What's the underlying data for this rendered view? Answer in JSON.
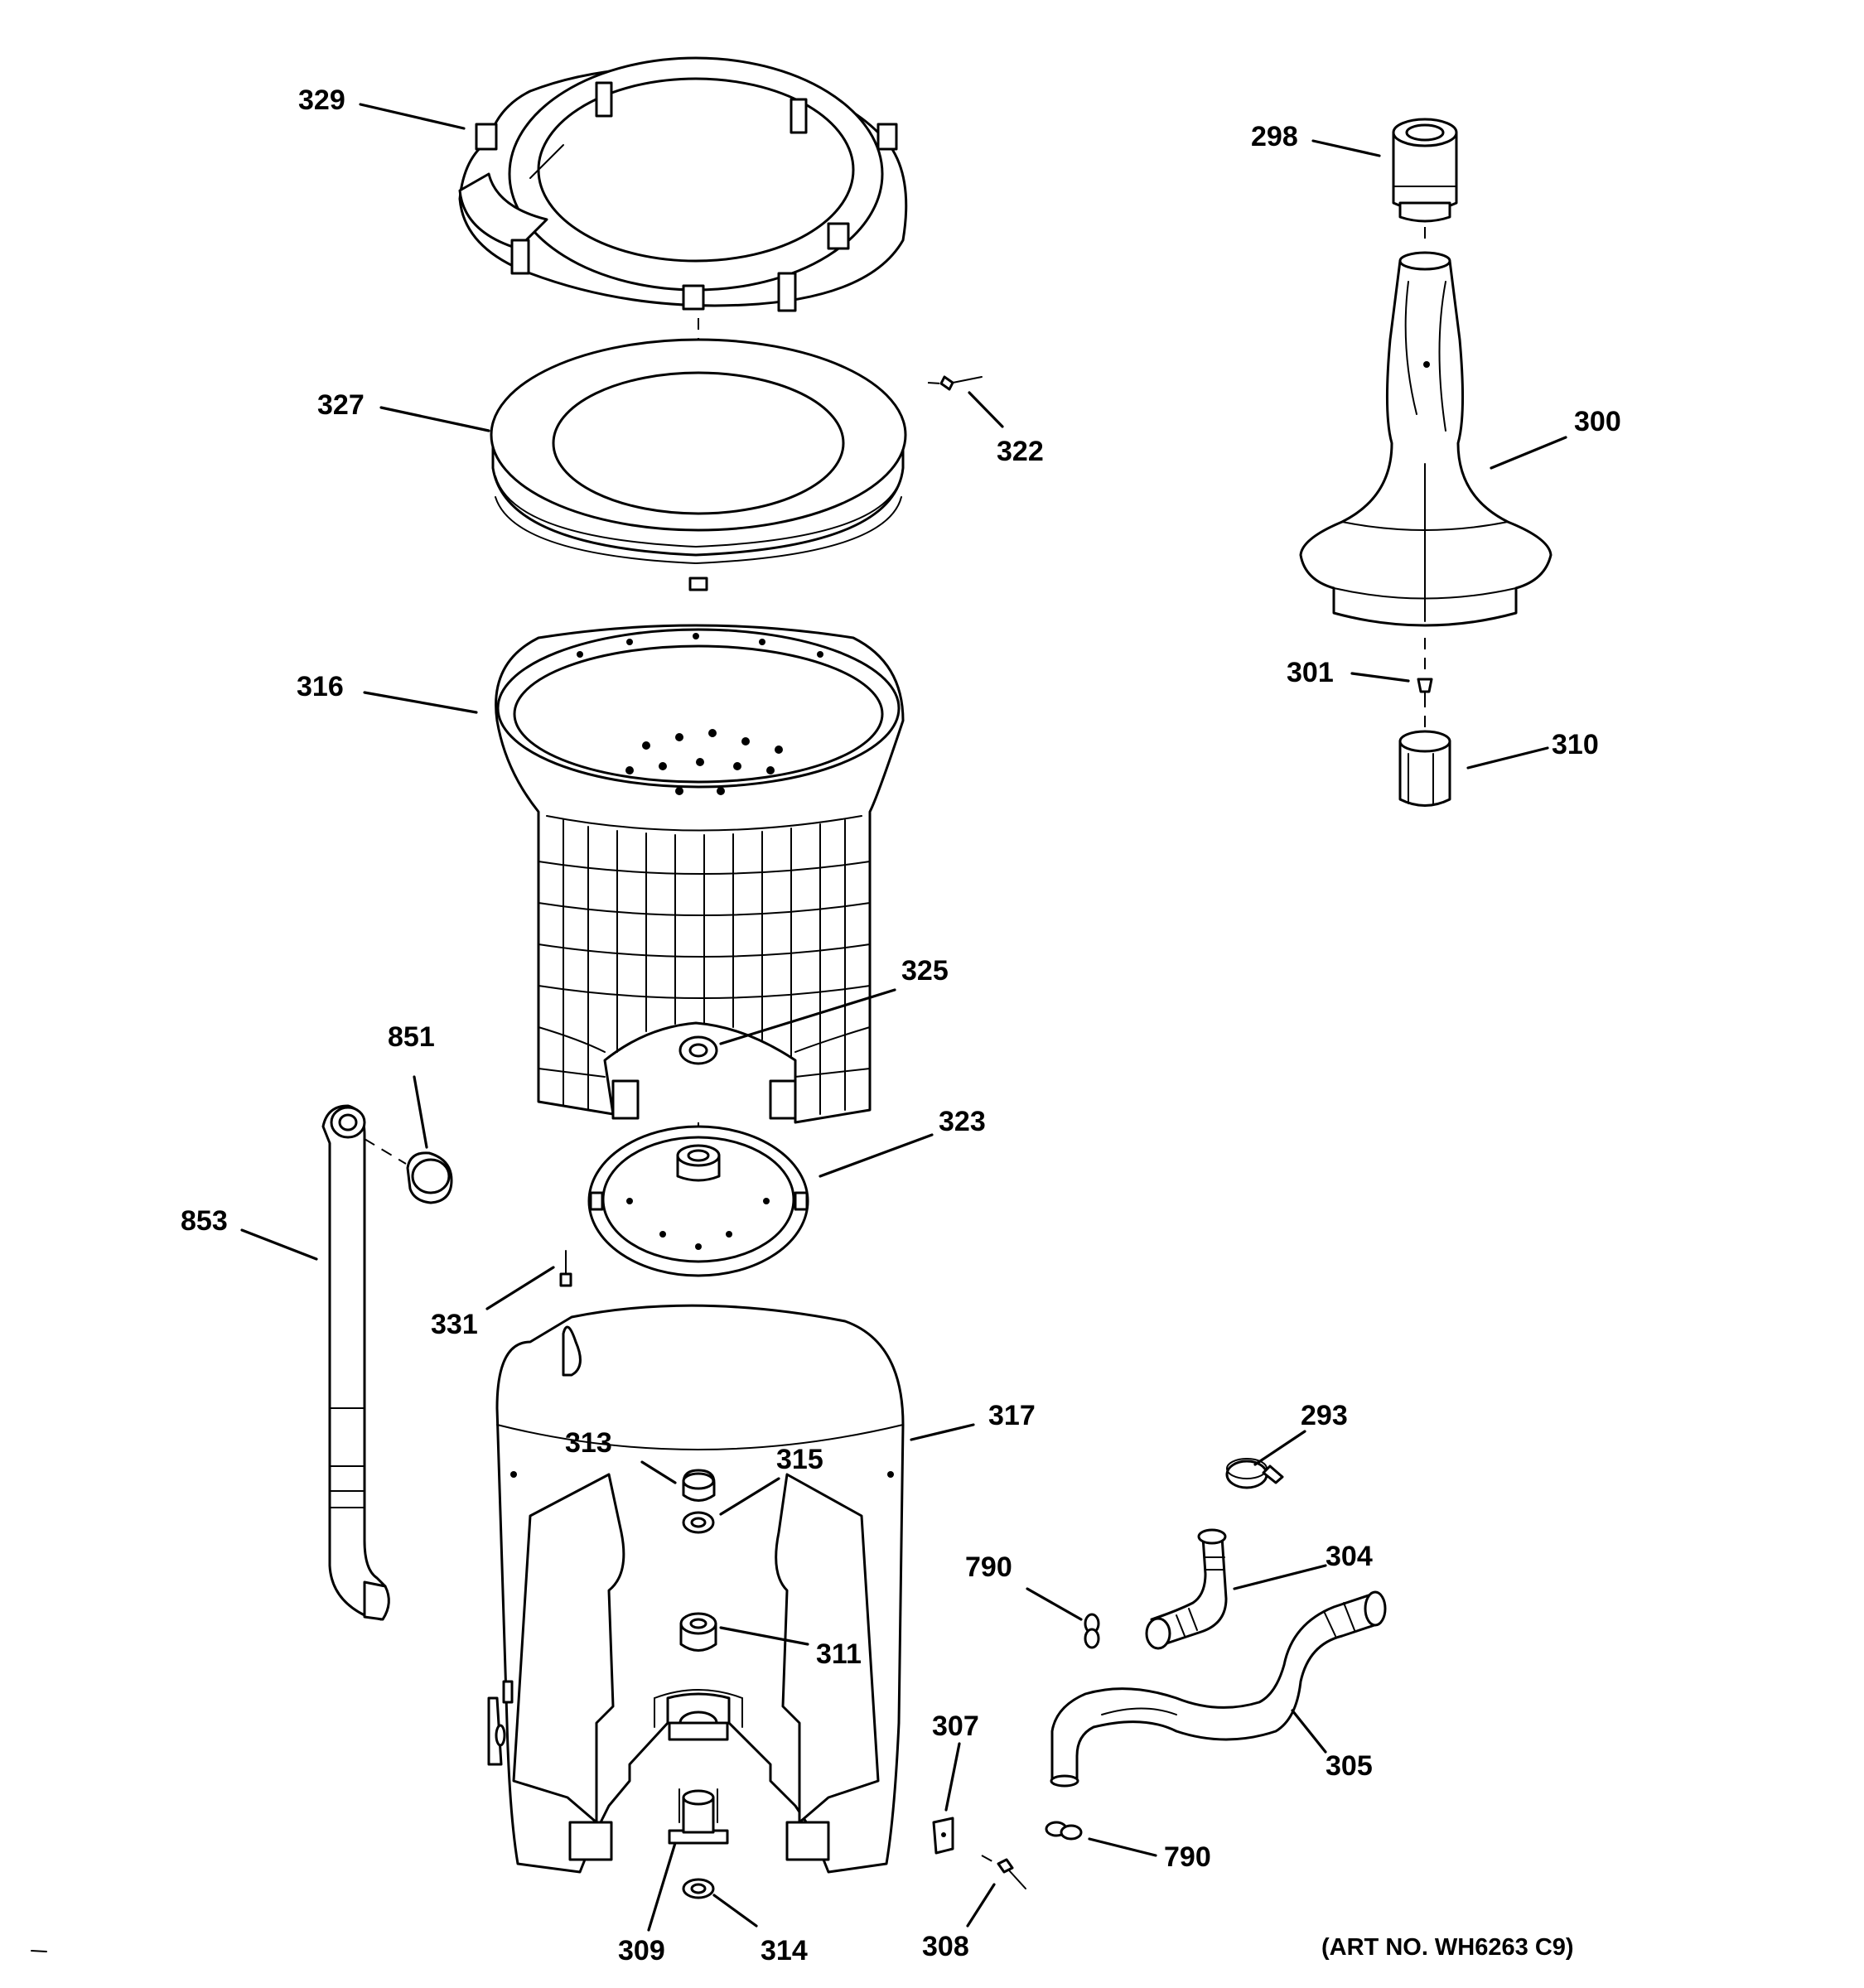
{
  "callouts": [
    {
      "id": "329",
      "text": "329"
    },
    {
      "id": "327",
      "text": "327"
    },
    {
      "id": "322",
      "text": "322"
    },
    {
      "id": "316",
      "text": "316"
    },
    {
      "id": "325",
      "text": "325"
    },
    {
      "id": "851",
      "text": "851"
    },
    {
      "id": "323",
      "text": "323"
    },
    {
      "id": "853",
      "text": "853"
    },
    {
      "id": "331",
      "text": "331"
    },
    {
      "id": "317",
      "text": "317"
    },
    {
      "id": "313",
      "text": "313"
    },
    {
      "id": "315",
      "text": "315"
    },
    {
      "id": "311",
      "text": "311"
    },
    {
      "id": "309",
      "text": "309"
    },
    {
      "id": "314",
      "text": "314"
    },
    {
      "id": "298",
      "text": "298"
    },
    {
      "id": "300",
      "text": "300"
    },
    {
      "id": "301",
      "text": "301"
    },
    {
      "id": "310",
      "text": "310"
    },
    {
      "id": "293",
      "text": "293"
    },
    {
      "id": "304",
      "text": "304"
    },
    {
      "id": "790a",
      "text": "790"
    },
    {
      "id": "305",
      "text": "305"
    },
    {
      "id": "307",
      "text": "307"
    },
    {
      "id": "790b",
      "text": "790"
    },
    {
      "id": "308",
      "text": "308"
    }
  ],
  "art_number": "(ART NO. WH6263 C9)"
}
